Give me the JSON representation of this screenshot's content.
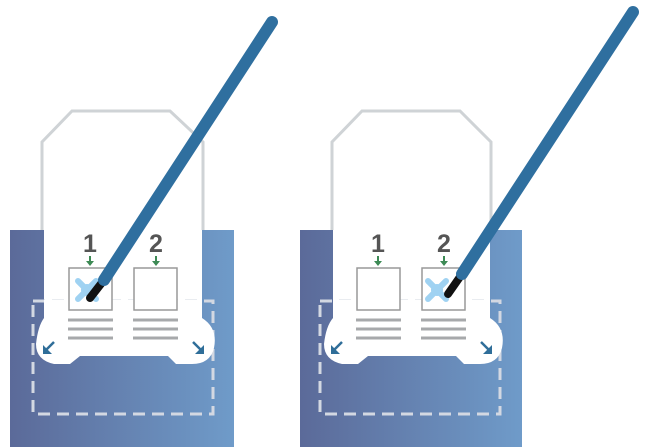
{
  "panels": [
    {
      "id": "left",
      "step_labels": [
        "1",
        "2"
      ],
      "stylus_target": "1",
      "tap_icon": "sparkle-tap-icon",
      "corner_arrows": [
        "arrow-up-left-icon",
        "arrow-up-right-icon"
      ]
    },
    {
      "id": "right",
      "step_labels": [
        "1",
        "2"
      ],
      "stylus_target": "2",
      "tap_icon": "sparkle-tap-icon",
      "corner_arrows": [
        "arrow-up-left-icon",
        "arrow-up-right-icon"
      ]
    }
  ],
  "colors": {
    "pocket_left": "#5b6a99",
    "pocket_right": "#6f9bc9",
    "guide_dashes": "#d3d8e2",
    "outline": "#cfd3d6",
    "number_text": "#555555",
    "arrow_green": "#3d8a55",
    "corner_arrow": "#2f6e99",
    "stylus": "#2f6f9f",
    "stylus_tip": "#111111",
    "tap_sparkle": "#9fd2f2",
    "text_lines": "#a7a9ab"
  }
}
